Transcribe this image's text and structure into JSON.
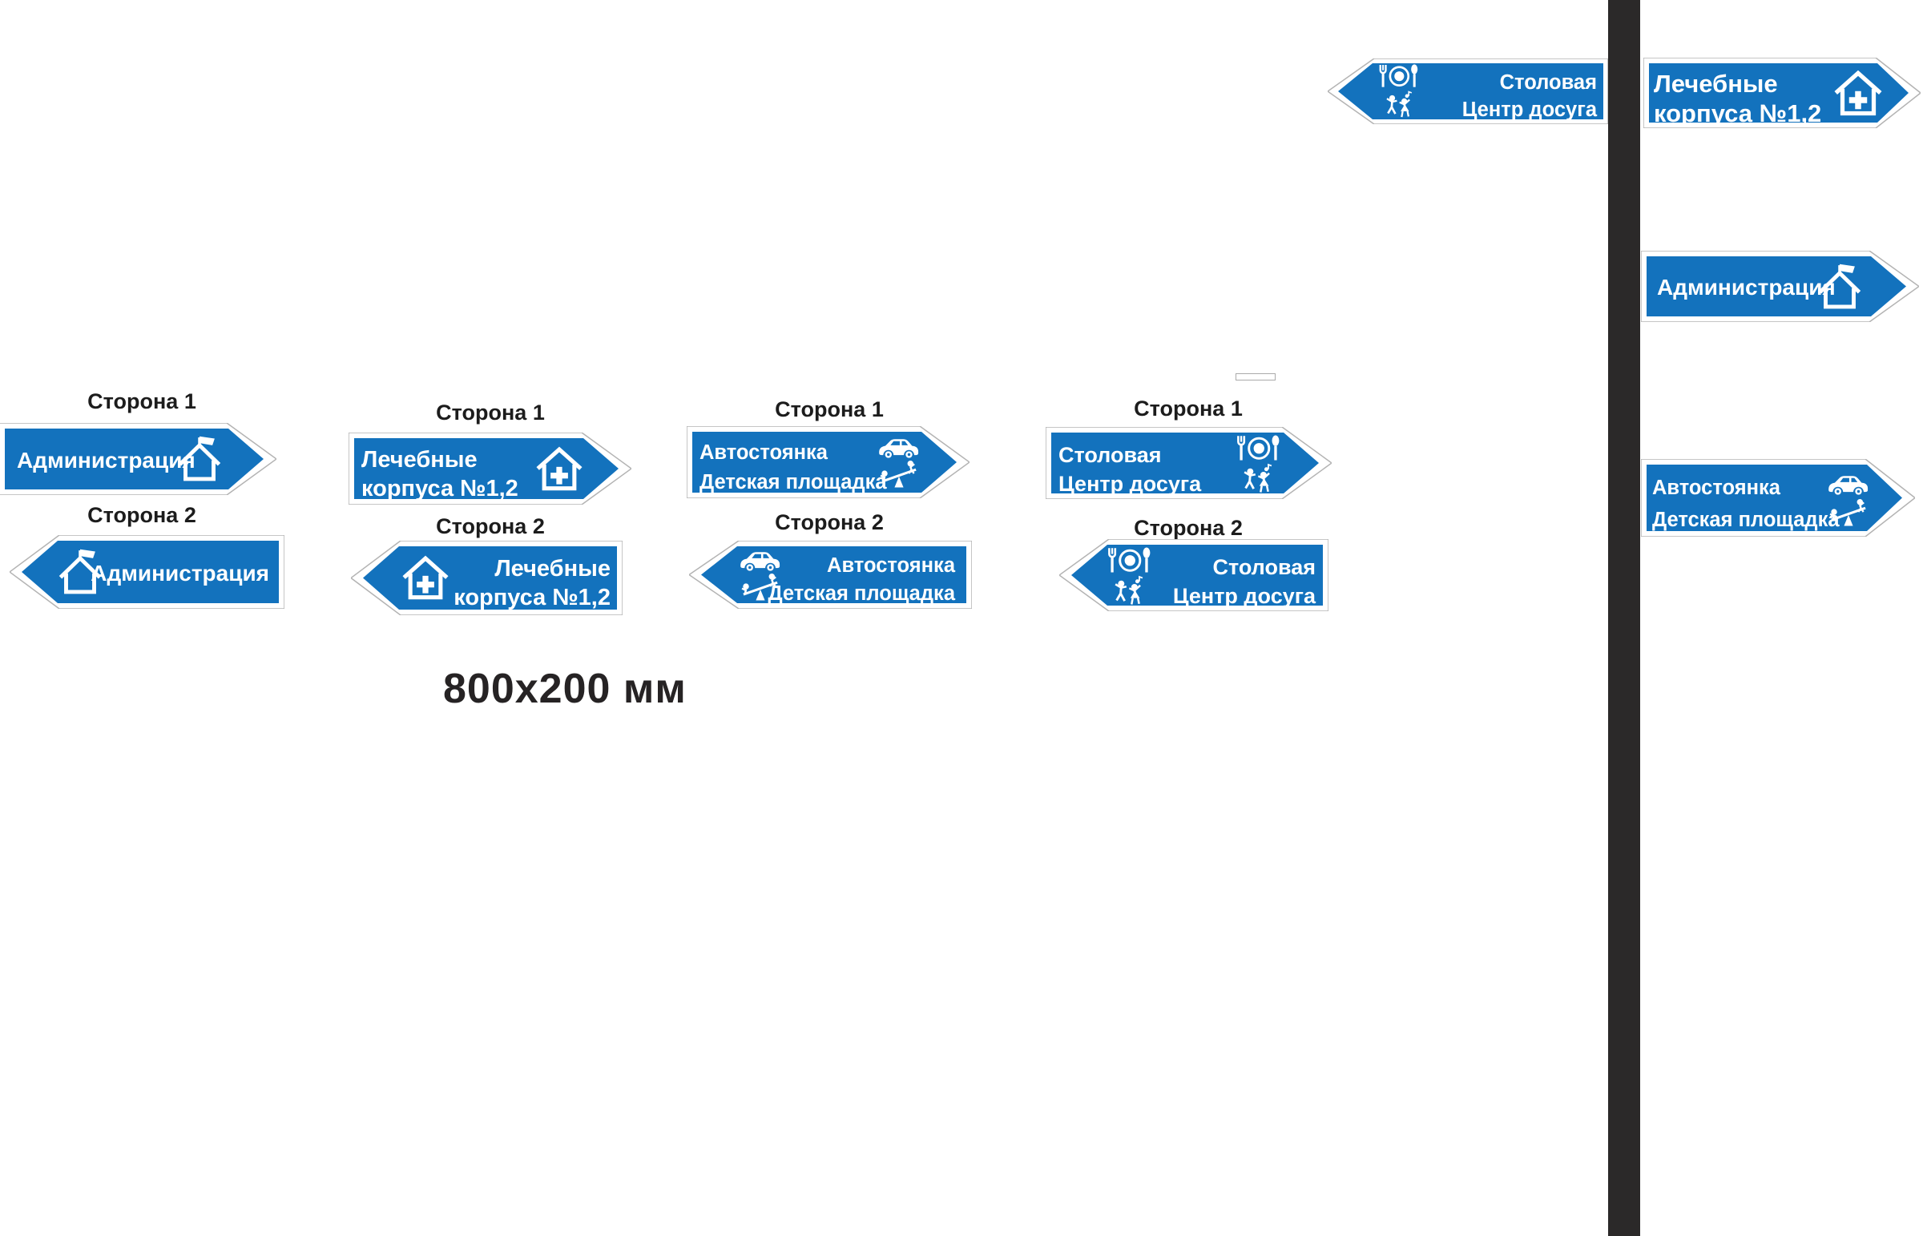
{
  "colors": {
    "sign_blue": "#1372BD",
    "icon_white": "#FFFFFF",
    "plate_outline": "#B3B3B3",
    "post": "#2B2929",
    "label_text": "#1C1C1C",
    "caption_text": "#262324"
  },
  "labels": {
    "side1": "Сторона 1",
    "side2": "Сторона 2"
  },
  "caption": {
    "size": "800x200 мм"
  },
  "signs": {
    "administration": {
      "title": "Администрация",
      "icon": "house-flag-icon"
    },
    "medical": {
      "line1": "Лечебные",
      "line2": "корпуса №1,2",
      "icon": "house-cross-icon"
    },
    "parking": {
      "line1": "Автостоянка",
      "line2": "Детская площадка",
      "icons": [
        "car-icon",
        "playground-icon"
      ]
    },
    "dining": {
      "line1": "Столовая",
      "line2": "Центр досуга",
      "icons": [
        "dining-icon",
        "dance-icon"
      ]
    }
  }
}
